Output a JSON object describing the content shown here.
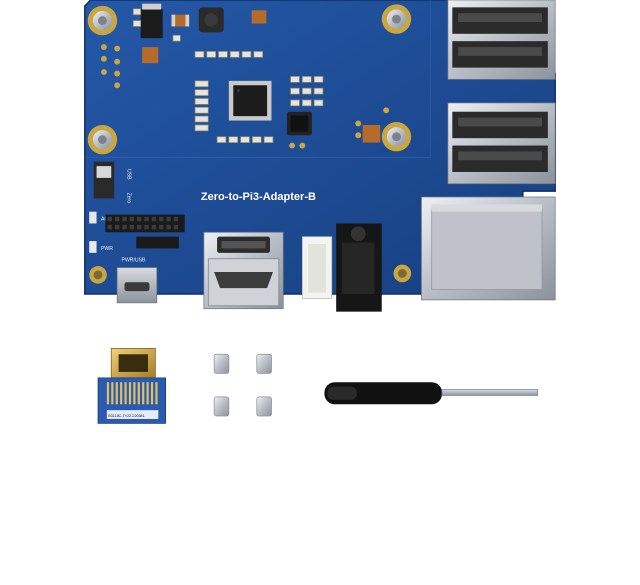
{
  "board": {
    "label": "Zero-to-Pi3-Adapter-B",
    "silkscreen": {
      "pwr_usb": "PWR/USB",
      "act": "ACT",
      "pwr": "PWR",
      "usb": "USB",
      "zero": "Zero"
    },
    "colors": {
      "pcb": "#1d4f9c",
      "pcb_dark": "#153c7a",
      "gold": "#c9a640",
      "silver": "#c8ccd2"
    }
  },
  "accessories": {
    "hdmi_adapter_label": "B3118C-TY22-220381"
  }
}
